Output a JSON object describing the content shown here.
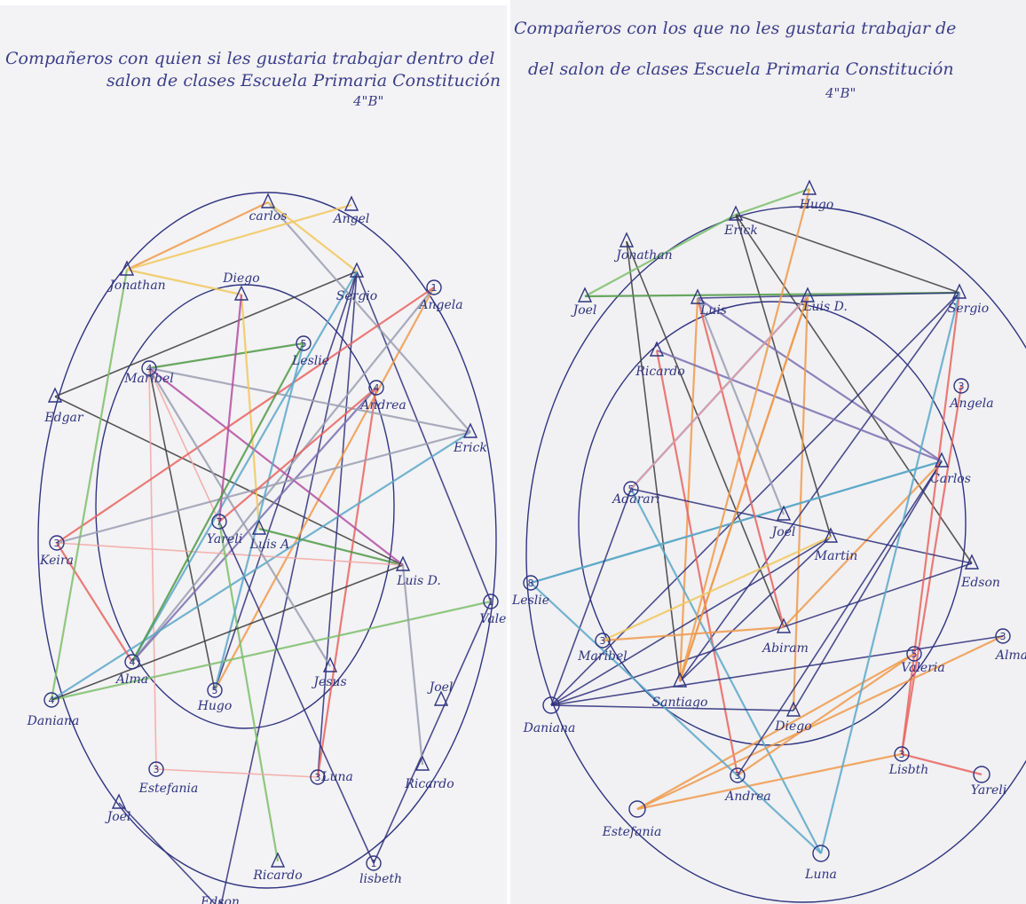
{
  "left": {
    "title_line1": "Compañeros con quien si les gustaria trabajar dentro del",
    "title_line2": "salon de clases Escuela Primaria Constitución",
    "title_line3": "4\"B\"",
    "nodes": [
      {
        "id": "carlos",
        "label": "carlos",
        "mark": "△"
      },
      {
        "id": "angel",
        "label": "Angel",
        "mark": "△"
      },
      {
        "id": "jonathan",
        "label": "Jonathan",
        "mark": "△"
      },
      {
        "id": "sergio",
        "label": "Sergio",
        "mark": "△"
      },
      {
        "id": "angela",
        "label": "Angela",
        "mark": "1"
      },
      {
        "id": "diego",
        "label": "Diego",
        "mark": "△"
      },
      {
        "id": "leslie",
        "label": "Leslie",
        "mark": "5"
      },
      {
        "id": "maribel",
        "label": "Maribel",
        "mark": "4"
      },
      {
        "id": "andrea",
        "label": "Andrea",
        "mark": "4"
      },
      {
        "id": "edgar",
        "label": "Edgar",
        "mark": "△"
      },
      {
        "id": "erick",
        "label": "Erick",
        "mark": "△"
      },
      {
        "id": "yareli",
        "label": "Yareli",
        "mark": "7"
      },
      {
        "id": "luisa",
        "label": "Luis A",
        "mark": "△"
      },
      {
        "id": "keira",
        "label": "Keira",
        "mark": "3"
      },
      {
        "id": "luisd",
        "label": "Luis D.",
        "mark": "△"
      },
      {
        "id": "valeria",
        "label": "Valeri",
        "mark": "1"
      },
      {
        "id": "alma",
        "label": "Alma",
        "mark": "4"
      },
      {
        "id": "jesus",
        "label": "Jesus",
        "mark": "△"
      },
      {
        "id": "daniana",
        "label": "Daniana",
        "mark": "4"
      },
      {
        "id": "hugo",
        "label": "Hugo",
        "mark": "5"
      },
      {
        "id": "joel",
        "label": "Joel",
        "mark": "△"
      },
      {
        "id": "luna",
        "label": "Luna",
        "mark": "3"
      },
      {
        "id": "estefania",
        "label": "Estefania",
        "mark": "3"
      },
      {
        "id": "ricardo_r",
        "label": "Ricardo",
        "mark": "△"
      },
      {
        "id": "joel2",
        "label": "Joel",
        "mark": "△"
      },
      {
        "id": "ricardo_b",
        "label": "Ricardo",
        "mark": "△"
      },
      {
        "id": "lisbeth",
        "label": "lisbeth",
        "mark": "1"
      },
      {
        "id": "edson",
        "label": "Edson",
        "mark": "△"
      }
    ]
  },
  "right": {
    "title_line1": "Compañeros con los que no les gustaria trabajar de",
    "title_line2": "del salon de clases Escuela Primaria Constitución",
    "title_line3": "4\"B\"",
    "nodes": [
      {
        "id": "hugo",
        "label": "Hugo",
        "mark": "△"
      },
      {
        "id": "erick",
        "label": "Erick",
        "mark": "△"
      },
      {
        "id": "jonathan",
        "label": "Jonathan",
        "mark": "△"
      },
      {
        "id": "joel",
        "label": "Joel",
        "mark": "△"
      },
      {
        "id": "luis",
        "label": "Luis",
        "mark": "△"
      },
      {
        "id": "luisd",
        "label": "Luis D.",
        "mark": "△"
      },
      {
        "id": "sergio",
        "label": "Sergio",
        "mark": "△"
      },
      {
        "id": "ricardo",
        "label": "Ricardo",
        "mark": "△"
      },
      {
        "id": "angela",
        "label": "Angela",
        "mark": "3"
      },
      {
        "id": "carlos",
        "label": "Carlos",
        "mark": "△"
      },
      {
        "id": "adarari",
        "label": "Adarari",
        "mark": "5"
      },
      {
        "id": "joel2",
        "label": "Joel",
        "mark": "△"
      },
      {
        "id": "martin",
        "label": "Martin",
        "mark": "△"
      },
      {
        "id": "edson",
        "label": "Edson",
        "mark": "△"
      },
      {
        "id": "leslie",
        "label": "Leslie",
        "mark": "8"
      },
      {
        "id": "maribel",
        "label": "Maribel",
        "mark": "3"
      },
      {
        "id": "abiram",
        "label": "Abiram",
        "mark": "△"
      },
      {
        "id": "valeria",
        "label": "Valeria",
        "mark": "5"
      },
      {
        "id": "alma",
        "label": "Alma",
        "mark": "3"
      },
      {
        "id": "daniana",
        "label": "Daniana",
        "mark": ""
      },
      {
        "id": "santiago",
        "label": "Santiago",
        "mark": "△"
      },
      {
        "id": "diego",
        "label": "Diego",
        "mark": "△"
      },
      {
        "id": "andrea",
        "label": "Andrea",
        "mark": "3"
      },
      {
        "id": "lisbeth",
        "label": "Lisbth",
        "mark": "3"
      },
      {
        "id": "yareli",
        "label": "Yareli",
        "mark": ""
      },
      {
        "id": "estefania",
        "label": "Estefania",
        "mark": ""
      },
      {
        "id": "luna",
        "label": "Luna",
        "mark": ""
      }
    ]
  },
  "colors": {
    "ink": "#2f3580",
    "pencil": [
      "#e8655f",
      "#f09a4a",
      "#7bbf6a",
      "#4f9a45",
      "#5aa8c8",
      "#9a9fb0",
      "#7a6fb0",
      "#f1c85a",
      "#b34fa0",
      "#3b3b3b",
      "#2d2f7a",
      "#f2a7a0"
    ]
  }
}
